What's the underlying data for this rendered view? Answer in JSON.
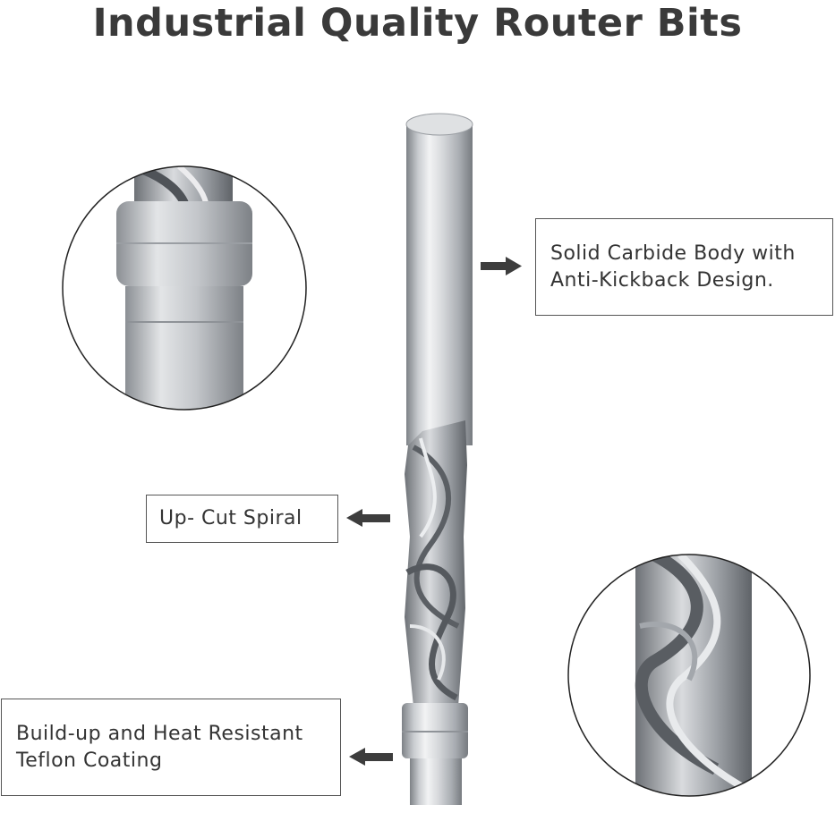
{
  "title": "Industrial Quality Router Bits",
  "callouts": {
    "body": {
      "line1": "Solid Carbide Body with",
      "line2": "Anti-Kickback Design."
    },
    "spiral": {
      "line1": "Up- Cut Spiral"
    },
    "coating": {
      "line1": "Build-up and Heat Resistant",
      "line2": "Teflon Coating"
    }
  },
  "icons": [
    "arrow-right-icon",
    "arrow-left-icon",
    "arrow-left-icon"
  ],
  "colors": {
    "text": "#3a3a3a",
    "border": "#555555",
    "arrow": "#3d3d3d",
    "metal": "#b9bcc1"
  }
}
